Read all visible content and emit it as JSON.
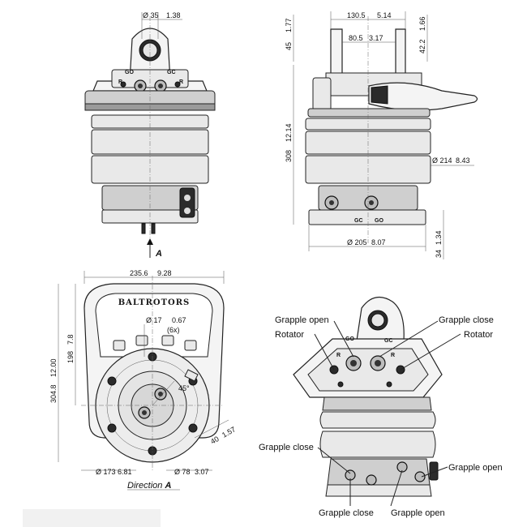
{
  "views": {
    "front": {
      "port_labels": {
        "left_top": "GO",
        "left_side": "R",
        "right_top": "GC",
        "right_side": "R"
      },
      "direction_marker": "A"
    },
    "side": {
      "port_label_gc": "GC",
      "port_label_go": "GO"
    },
    "bottom": {
      "brand_text": "BALTROTORS",
      "caption_prefix": "Direction ",
      "caption_letter": "A",
      "count_note": "(6x)",
      "angle": "45°"
    },
    "iso": {
      "port_labels": {
        "go": "GO",
        "gc": "GC",
        "r_left": "R",
        "r_right": "R"
      },
      "callouts": {
        "grapple_open_top": "Grapple open",
        "rotator_left": "Rotator",
        "grapple_close_top": "Grapple close",
        "rotator_right": "Rotator",
        "grapple_close_side": "Grapple close",
        "grapple_open_side": "Grapple open",
        "grapple_close_bottom": "Grapple close",
        "grapple_open_bottom": "Grapple open"
      }
    }
  },
  "dimensions": {
    "front_top_dia_mm": "Ø 35",
    "front_top_dia_in": "1.38",
    "side_width_mm": "130.5",
    "side_width_in": "5.14",
    "side_inner_mm": "80.5",
    "side_inner_in": "3.17",
    "side_top_left_mm": "45",
    "side_top_left_in": "1.77",
    "side_top_right_mm": "42.2",
    "side_top_right_in": "1.66",
    "side_top_far_mm": "",
    "side_top_far_in": "",
    "side_height_mm": "308",
    "side_height_in": "12.14",
    "side_body_dia_mm": "Ø 214",
    "side_body_dia_in": "8.43",
    "side_base_dia_mm": "Ø 205",
    "side_base_dia_in": "8.07",
    "side_base_h_mm": "34",
    "side_base_h_in": "1.34",
    "bottom_width_mm": "235.6",
    "bottom_width_in": "9.28",
    "bottom_h_inner_mm": "198",
    "bottom_h_inner_in": "7.8",
    "bottom_h_outer_mm": "304.8",
    "bottom_h_outer_in": "12.00",
    "bottom_hole_dia_mm": "Ø 17",
    "bottom_hole_dia_in": "0.67",
    "bottom_offset_mm": "40",
    "bottom_offset_in": "1.57",
    "bottom_pcd_mm": "Ø 173",
    "bottom_pcd_in": "6.81",
    "bottom_hub_mm": "Ø 78",
    "bottom_hub_in": "3.07"
  },
  "colors": {
    "line": "#222222",
    "dark_fill": "#2b2b2b",
    "light_fill": "#f4f4f4"
  }
}
